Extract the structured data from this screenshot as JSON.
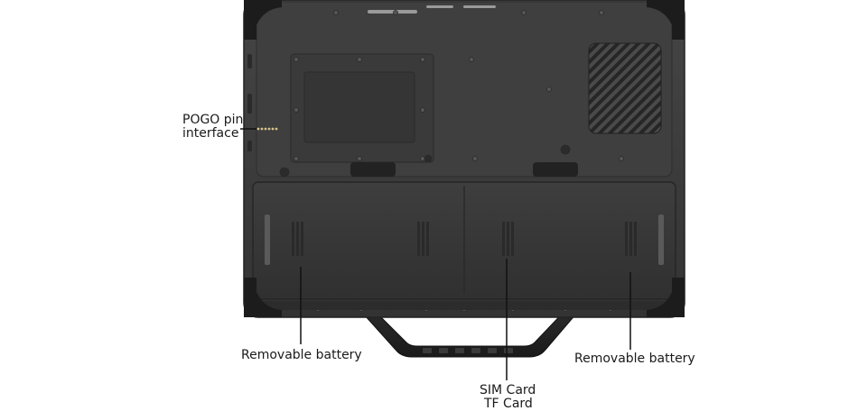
{
  "callouts": {
    "pogo": {
      "line1": "POGO pin",
      "line2": "interface"
    },
    "battery_left": {
      "text": "Removable battery"
    },
    "sim_tf": {
      "line1": "SIM Card",
      "line2": "TF Card"
    },
    "battery_right": {
      "text": "Removable battery"
    }
  },
  "colors": {
    "chassis": "#3c3c3c",
    "chassis_dark": "#2a2a2a",
    "bumper": "#1c1c1c",
    "battery_panel": "#383838",
    "label_text": "#1a1a1a",
    "leader_line": "#111111"
  }
}
